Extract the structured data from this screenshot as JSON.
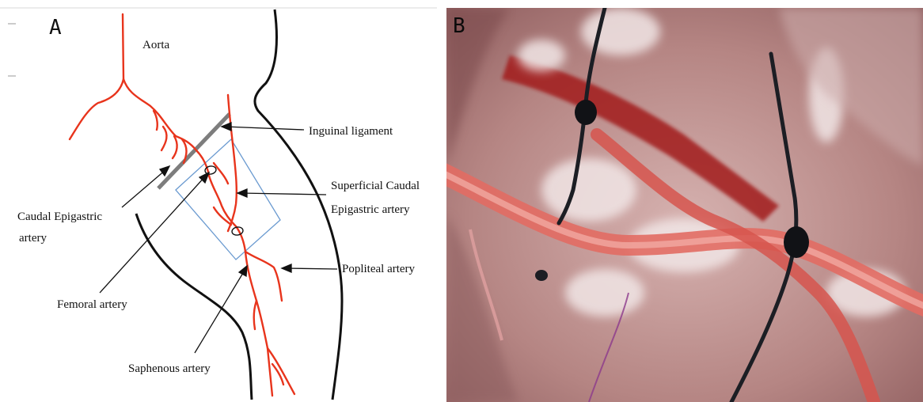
{
  "panels": {
    "a": {
      "letter": "A",
      "labels": {
        "aorta": "Aorta",
        "inguinal_ligament": "Inguinal ligament",
        "superficial_caudal_1": "Superficial Caudal",
        "superficial_caudal_2": "Epigastric artery",
        "caudal_epigastric_1": "Caudal Epigastric",
        "caudal_epigastric_2": "artery",
        "popliteal": "Popliteal artery",
        "femoral": "Femoral artery",
        "saphenous": "Saphenous artery"
      }
    },
    "b": {
      "letter": "B"
    }
  },
  "colors": {
    "artery": "#e8341c",
    "body_outline": "#111111",
    "ligament": "#808080",
    "box": "#6a9ad0",
    "photo_tissue": "#c69c9c",
    "suture": "#1c1e24"
  }
}
